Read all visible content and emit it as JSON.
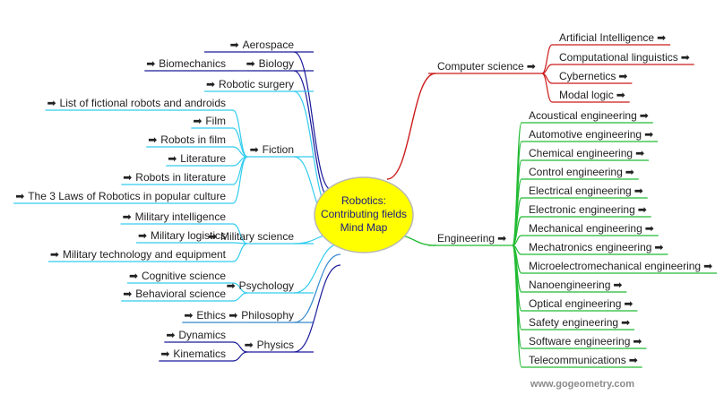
{
  "center": {
    "lines": [
      "Robotics:",
      "Contributing fields",
      "Mind Map"
    ]
  },
  "credit": "www.gogeometry.com",
  "arrow_glyph": "➡",
  "colors": {
    "arrow": "#e00000",
    "center_fill": "#ffff00",
    "center_stroke": "#b8b8b8"
  },
  "left": [
    {
      "label": "Aerospace",
      "color": "#1a1a9a",
      "children": []
    },
    {
      "label": "Biology",
      "color": "#1a1a9a",
      "children": [
        "Biomechanics"
      ]
    },
    {
      "label": "Robotic surgery",
      "color": "#33ccee",
      "children": []
    },
    {
      "label": "Fiction",
      "color": "#33ccee",
      "children": [
        "List of fictional robots and androids",
        "Film",
        "Robots in film",
        "Literature",
        "Robots in literature",
        "The 3 Laws of Robotics in popular culture"
      ]
    },
    {
      "label": "Military science",
      "color": "#33ccee",
      "children": [
        "Military intelligence",
        "Military logistics",
        "Military technology and equipment"
      ]
    },
    {
      "label": "Psychology",
      "color": "#33ccee",
      "children": [
        "Cognitive science",
        "Behavioral science"
      ]
    },
    {
      "label": "Philosophy",
      "color": "#3388cc",
      "children": [
        "Ethics"
      ]
    },
    {
      "label": "Physics",
      "color": "#1a1a9a",
      "children": [
        "Dynamics",
        "Kinematics"
      ]
    }
  ],
  "right": [
    {
      "label": "Computer science",
      "color": "#cc1a1a",
      "children": [
        "Artificial Intelligence",
        "Computational linguistics",
        "Cybernetics",
        "Modal logic"
      ]
    },
    {
      "label": "Engineering",
      "color": "#22bb33",
      "children": [
        "Acoustical engineering",
        "Automotive engineering",
        "Chemical engineering",
        "Control engineering",
        "Electrical engineering",
        "Electronic engineering",
        "Mechanical engineering",
        "Mechatronics engineering",
        "Microelectromechanical engineering",
        "Nanoengineering",
        "Optical engineering",
        "Safety engineering",
        "Software engineering",
        "Telecommunications"
      ]
    }
  ]
}
